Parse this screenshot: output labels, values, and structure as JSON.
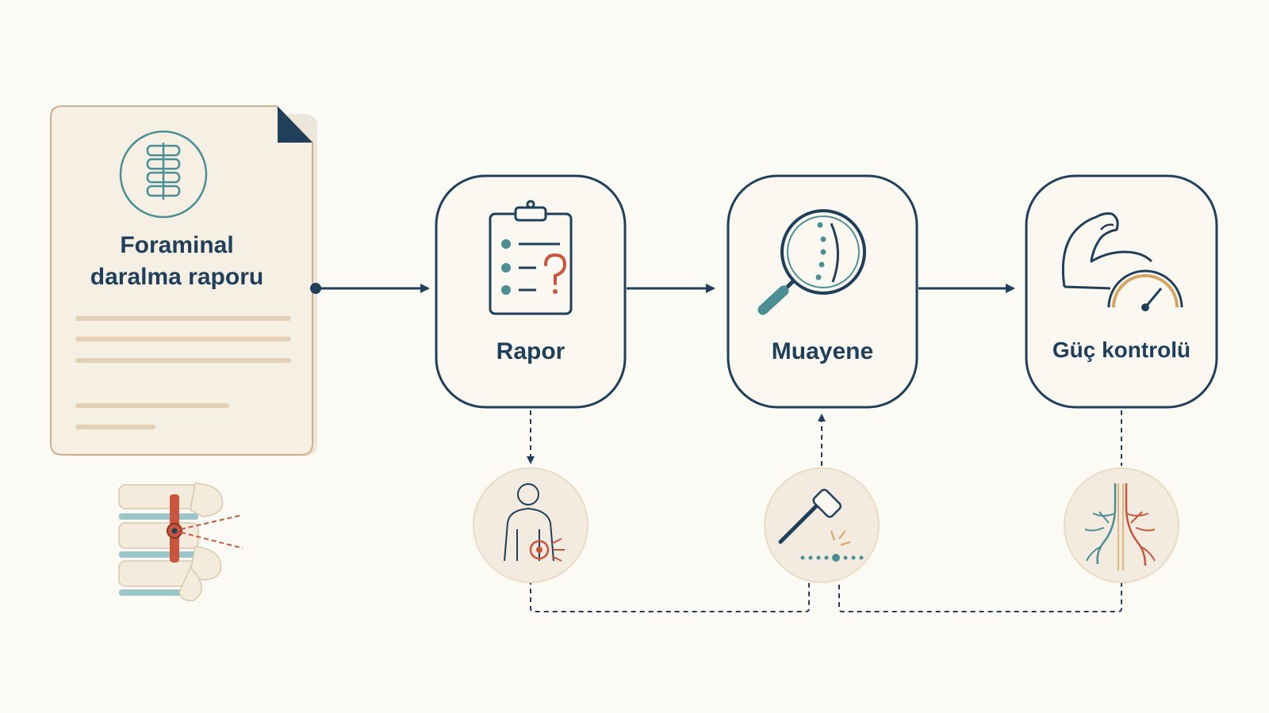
{
  "colors": {
    "background": "#fcfaf5",
    "primary": "#1f3f5b",
    "teal": "#4b8f94",
    "accent_red": "#c8553d",
    "paper": "#f6efe4",
    "paper_border": "#cfae8c",
    "line_beige": "#e2cfb5",
    "circle_fill": "#f3ebdf"
  },
  "document": {
    "title_line1": "Foraminal",
    "title_line2": "daralma raporu",
    "icon": "spine-icon"
  },
  "steps": [
    {
      "label": "Rapor",
      "icon": "clipboard-question-icon"
    },
    {
      "label": "Muayene",
      "icon": "magnifier-spine-icon"
    },
    {
      "label": "Güç kontrolü",
      "icon": "muscle-gauge-icon"
    }
  ],
  "sub_icons": [
    {
      "icon": "body-pain-icon"
    },
    {
      "icon": "reflex-hammer-icon"
    },
    {
      "icon": "nerve-branches-icon"
    }
  ],
  "illustration": {
    "icon": "spine-foraminal-stenosis-icon"
  }
}
